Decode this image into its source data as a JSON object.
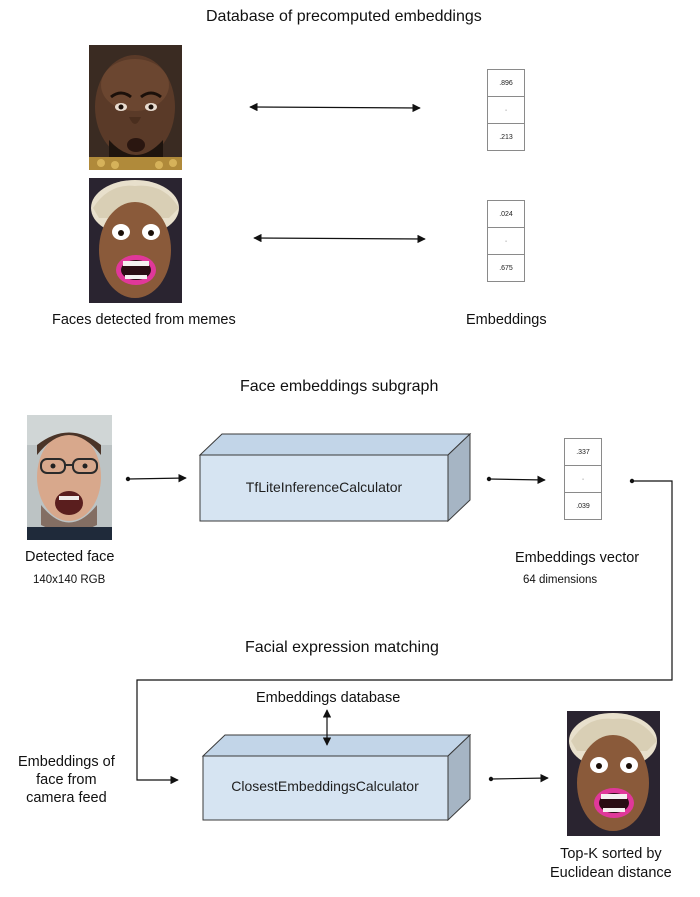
{
  "section1": {
    "title": "Database of precomputed embeddings",
    "faces_label": "Faces detected from memes",
    "embeddings_label": "Embeddings",
    "vectors": [
      {
        "top": ".896",
        "mid": "·",
        "bottom": ".213"
      },
      {
        "top": ".024",
        "mid": "·",
        "bottom": ".675"
      }
    ]
  },
  "section2": {
    "title": "Face embeddings subgraph",
    "calculator": "TfLiteInferenceCalculator",
    "input_label": "Detected face",
    "input_sub": "140x140 RGB",
    "output_label": "Embeddings vector",
    "output_sub": "64 dimensions",
    "vector": {
      "top": ".337",
      "mid": "·",
      "bottom": ".039"
    }
  },
  "section3": {
    "title": "Facial expression matching",
    "calculator": "ClosestEmbeddingsCalculator",
    "db_label": "Embeddings database",
    "input_label_lines": [
      "Embeddings of",
      "face from",
      "camera feed"
    ],
    "output_label_lines": [
      "Top-K sorted by",
      "Euclidean distance"
    ]
  },
  "colors": {
    "box_front": "#d6e4f2",
    "box_top": "#c2d5e8",
    "box_side": "#a6b5c4",
    "box_stroke": "#3a3a3a"
  },
  "icons": [
    "meme-face-1-photo",
    "meme-face-2-photo",
    "detected-face-photo",
    "result-face-photo"
  ]
}
